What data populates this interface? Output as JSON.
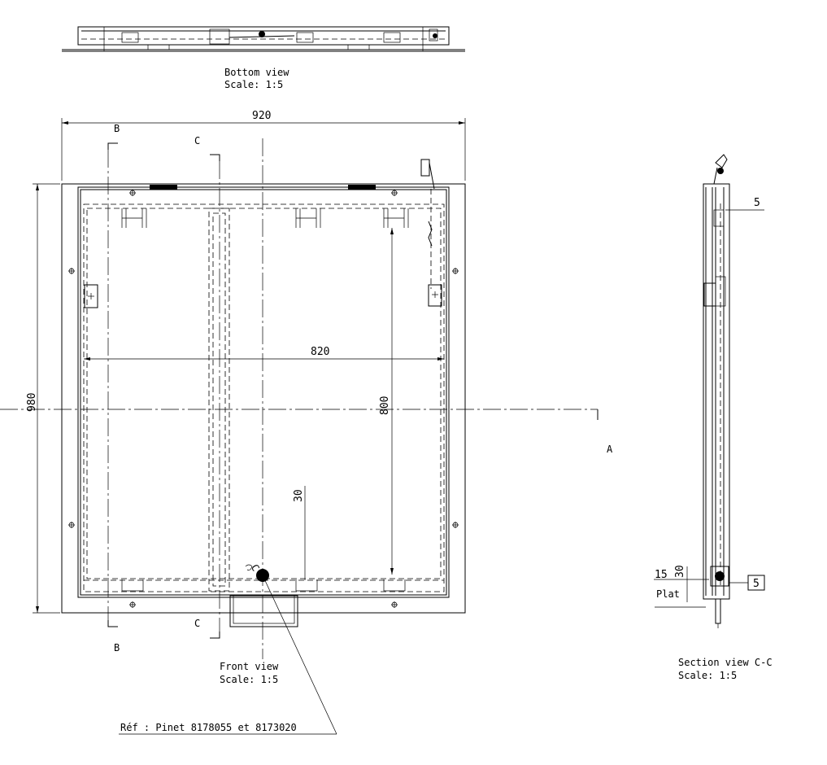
{
  "views": {
    "bottom": {
      "title": "Bottom view",
      "scale": "Scale:  1:5"
    },
    "front": {
      "title": "Front view",
      "scale": "Scale:  1:5"
    },
    "section": {
      "title": "Section view C-C",
      "scale": "Scale:  1:5"
    }
  },
  "dimensions": {
    "overall_width": "920",
    "overall_height": "980",
    "inner_width": "820",
    "inner_height": "800",
    "front_small": "30",
    "section_top": "5",
    "section_15": "15",
    "section_30": "30",
    "section_box": "5"
  },
  "section_marks": {
    "b_top": "B",
    "b_bottom": "B",
    "c_top": "C",
    "c_bottom": "C",
    "a": "A"
  },
  "annotations": {
    "reference": "Réf : Pinet  8178055 et 8173020",
    "plat": "Plat",
    "handle_mark": "C"
  }
}
